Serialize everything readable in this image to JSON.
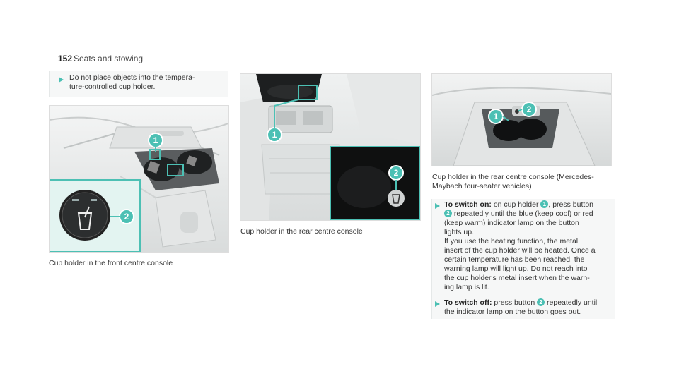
{
  "header": {
    "page_number": "152",
    "section_title": "Seats and stowing"
  },
  "note": {
    "line1": "Do not place objects into the tempera-",
    "line2": "ture-controlled cup holder."
  },
  "figures": {
    "front": {
      "caption": "Cup holder in the front centre console",
      "callout1": "1",
      "callout2": "2"
    },
    "rear": {
      "caption": "Cup holder in the rear centre console",
      "callout1": "1",
      "callout2": "2"
    },
    "maybach": {
      "caption_line1": "Cup holder in the rear centre console (Mercedes-",
      "caption_line2": "Maybach four-seater vehicles)",
      "callout1": "1",
      "callout2": "2"
    }
  },
  "steps": {
    "switch_on": {
      "label": "To switch on:",
      "l1_a": "on cup holder",
      "l1_badge": "1",
      "l1_b": ", press button",
      "l2_badge": "2",
      "l2_text": "repeatedly until the blue (keep cool) or red",
      "l3": "(keep warm) indicator lamp on the button",
      "l4": "lights up.",
      "l5": "If you use the heating function, the metal",
      "l6": "insert of the cup holder will be heated. Once a",
      "l7": "certain temperature has been reached, the",
      "l8": "warning lamp will light up. Do not reach into",
      "l9": "the cup holder's metal insert when the warn-",
      "l10": "ing lamp is lit."
    },
    "switch_off": {
      "label": "To switch off:",
      "l1_a": "press button",
      "l1_badge": "2",
      "l1_b": "repeatedly until",
      "l2": "the indicator lamp on the button goes out."
    }
  },
  "colors": {
    "accent": "#4cc0b4",
    "rule": "#b7d9d4"
  },
  "icons": {
    "bullet": "triangle-right-icon",
    "button_symbol": "cup-icon"
  }
}
